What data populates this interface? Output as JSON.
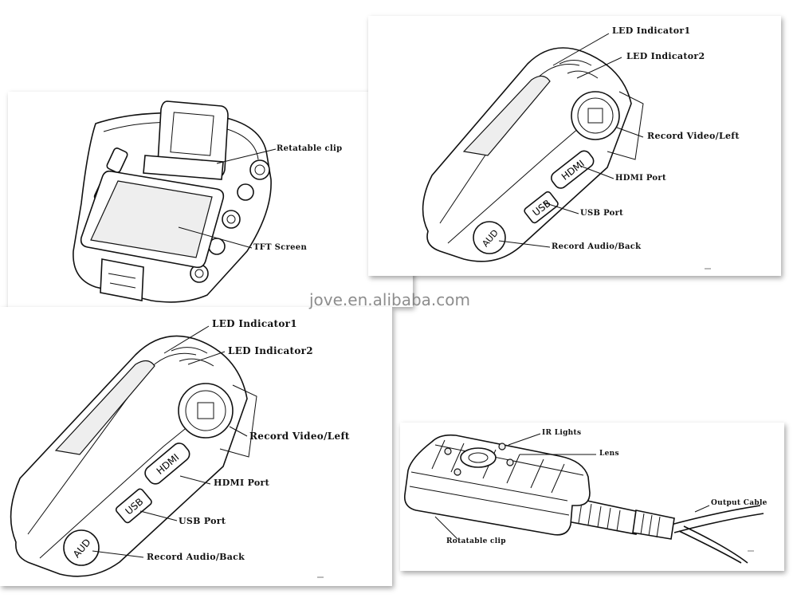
{
  "watermark": "jove.en.alibaba.com",
  "panels": {
    "front": {
      "rotatable_clip": "Retatable clip",
      "tft_screen": "TFT Screen"
    },
    "side_top": {
      "led1": "LED Indicator1",
      "led2": "LED Indicator2",
      "record_video": "Record Video/Left",
      "hdmi_port": "HDMI Port",
      "usb_port": "USB Port",
      "record_audio": "Record Audio/Back",
      "hdmi_mark": "HDMI",
      "usb_mark": "USB",
      "aud_mark": "AUD"
    },
    "side_bottom": {
      "led1": "LED Indicator1",
      "led2": "LED Indicator2",
      "record_video": "Record Video/Left",
      "hdmi_port": "HDMI Port",
      "usb_port": "USB Port",
      "record_audio": "Record Audio/Back",
      "hdmi_mark": "HDMI",
      "usb_mark": "USB",
      "aud_mark": "AUD"
    },
    "camera": {
      "ir_lights": "IR Lights",
      "lens": "Lens",
      "output_cable": "Output Cable",
      "rotatable_clip": "Rotatable clip"
    }
  }
}
